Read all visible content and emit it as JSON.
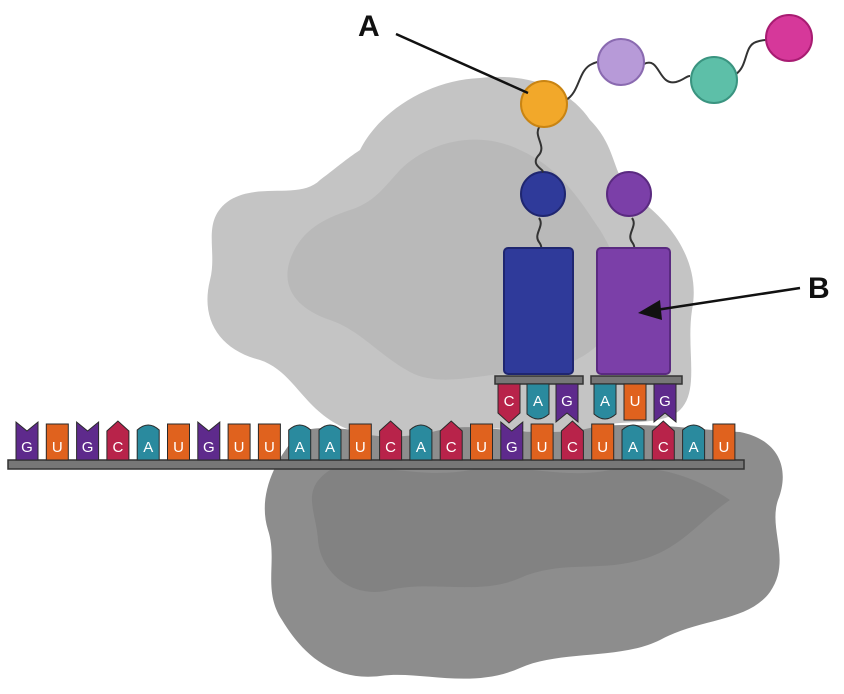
{
  "labels": {
    "a": "A",
    "b": "B"
  },
  "colors": {
    "A": "#2a8a9e",
    "U": "#e0621e",
    "G": "#5e2a8c",
    "C": "#b8234a",
    "trna_left": "#2f3a9a",
    "trna_right": "#7b3fa8",
    "aa_attached_left": "#2f3a9a",
    "aa_attached_right": "#7b3fa8",
    "aa_orange": "#f2a82a",
    "chain_lavender": "#b79ad8",
    "chain_teal": "#5dbfa8",
    "chain_magenta": "#d6389a",
    "ribosome_large": "#c4c4c4",
    "ribosome_small": "#8d8d8d"
  },
  "mrna": {
    "sequence": [
      "G",
      "U",
      "G",
      "C",
      "A",
      "U",
      "G",
      "U",
      "U",
      "A",
      "A",
      "U",
      "C",
      "A",
      "C",
      "U",
      "G",
      "U",
      "C",
      "U",
      "A",
      "C",
      "A",
      "U"
    ]
  },
  "trna_left": {
    "anticodon": [
      "C",
      "A",
      "G"
    ]
  },
  "trna_right": {
    "anticodon": [
      "A",
      "U",
      "G"
    ]
  }
}
